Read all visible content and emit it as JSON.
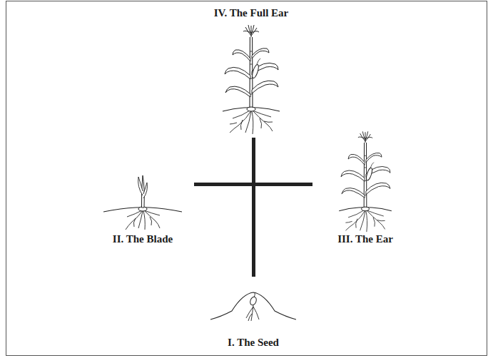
{
  "diagram": {
    "labels": [
      "IV. The Full Ear",
      "II. The Blade",
      "III. The Ear",
      "I. The Seed"
    ]
  }
}
